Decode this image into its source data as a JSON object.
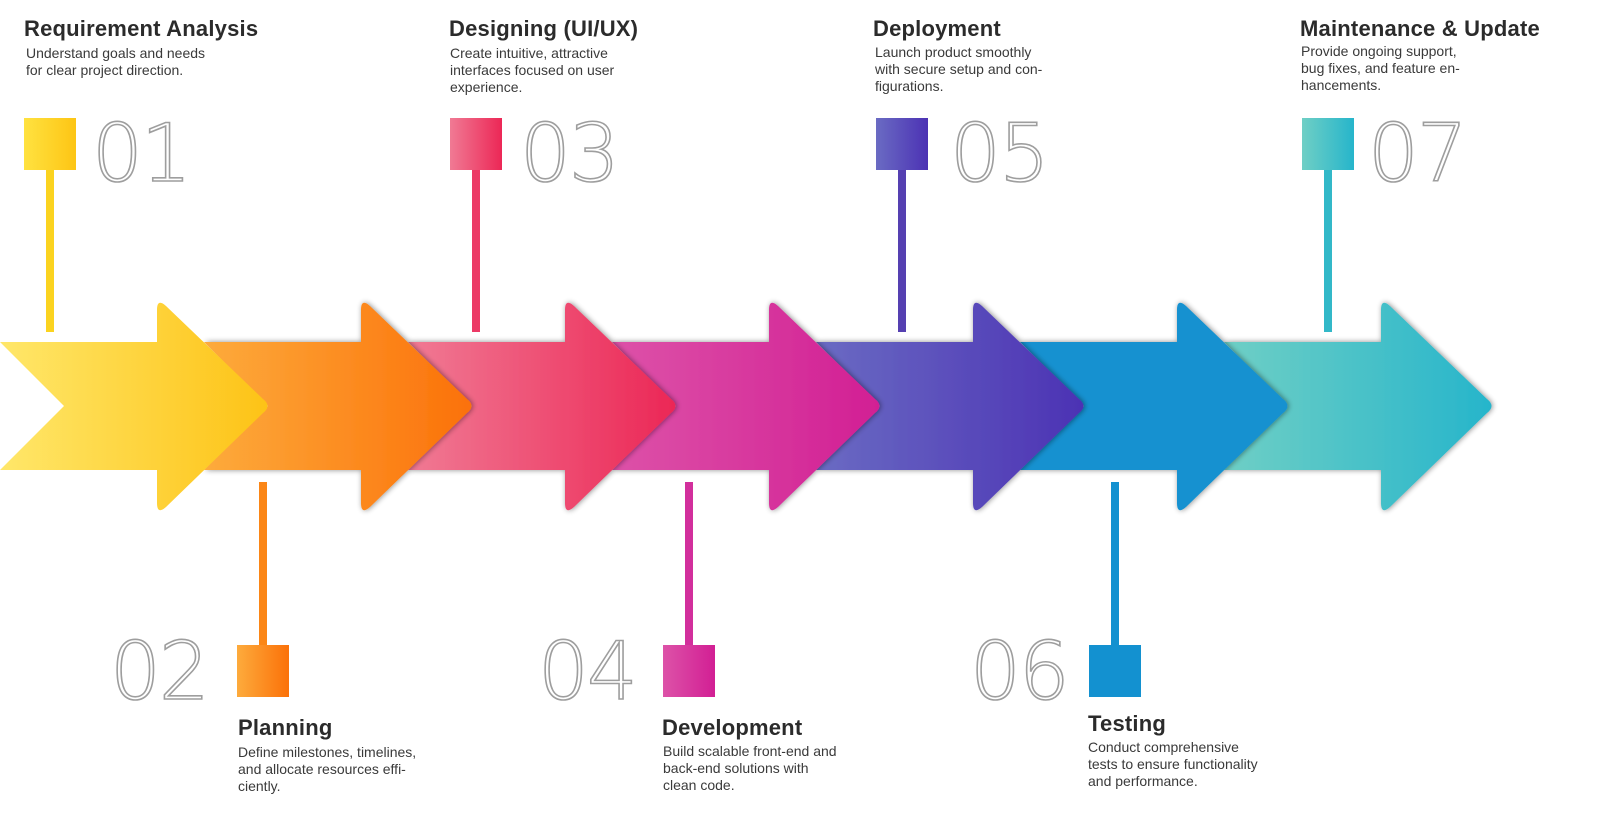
{
  "steps": [
    {
      "number": "01",
      "title": "Requirement Analysis",
      "desc": [
        "Understand goals and needs",
        "for clear project direction."
      ],
      "color_start": "#ffe76a",
      "color_end": "#fdc316",
      "marker_color": "#fbd31f",
      "square_start": "#ffe240",
      "square_end": "#fdc514"
    },
    {
      "number": "02",
      "title": "Planning",
      "desc": [
        "Define milestones, timelines,",
        "and allocate resources effi-",
        "ciently."
      ],
      "color_start": "#fdab3c",
      "color_end": "#fb7109",
      "marker_color": "#fb8616",
      "square_start": "#fdab3c",
      "square_end": "#fb7109"
    },
    {
      "number": "03",
      "title": "Designing (UI/UX)",
      "desc": [
        "Create intuitive, attractive",
        "interfaces focused on user",
        "experience."
      ],
      "color_start": "#f07a94",
      "color_end": "#ec2756",
      "marker_color": "#ec3a66",
      "square_start": "#f07a94",
      "square_end": "#ec2756"
    },
    {
      "number": "04",
      "title": "Development",
      "desc": [
        "Build scalable front-end and",
        "back-end solutions with",
        "clean code."
      ],
      "color_start": "#dd52a8",
      "color_end": "#d21f94",
      "marker_color": "#d22f9c",
      "square_start": "#dd52a8",
      "square_end": "#d21f94"
    },
    {
      "number": "05",
      "title": "Deployment",
      "desc": [
        "Launch product smoothly",
        "with secure setup and con-",
        "figurations."
      ],
      "color_start": "#6a6bc3",
      "color_end": "#4c32b4",
      "marker_color": "#5540b1",
      "square_start": "#6a6bc3",
      "square_end": "#4c32b4"
    },
    {
      "number": "06",
      "title": "Testing",
      "desc": [
        "Conduct comprehensive",
        "tests to ensure functionality",
        "and performance."
      ],
      "color_start": "#1391d0",
      "color_end": "#1391d0",
      "marker_color": "#1391d0",
      "square_start": "#1391d0",
      "square_end": "#1391d0"
    },
    {
      "number": "07",
      "title": "Maintenance & Update",
      "desc": [
        "Provide ongoing support,",
        "bug fixes, and feature en-",
        "hancements."
      ],
      "color_start": "#6fcfc5",
      "color_end": "#26b5cb",
      "marker_color": "#32b8c8",
      "square_start": "#6fcfc5",
      "square_end": "#26b5cb"
    }
  ]
}
